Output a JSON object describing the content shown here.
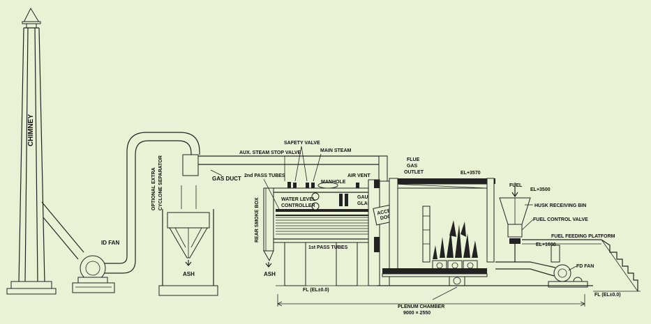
{
  "colors": {
    "background": "#eaf2d6",
    "line": "#222222"
  },
  "labels": {
    "chimney": "CHIMNEY",
    "id_fan": "ID FAN",
    "cyclone": [
      "OPTIONAL EXTRA",
      "CYCLONE SEPARATOR"
    ],
    "ash_left": "ASH",
    "ash_right": "ASH",
    "gas_duct": "GAS DUCT",
    "rear_smoke_box": "REAR SMOKE BOX",
    "second_pass": "2nd PASS TUBES",
    "first_pass": "1st PASS TUBES",
    "aux_valve": "AUX. STEAM STOP VALVE",
    "safety_valve": "SAFETY VALVE",
    "main_steam": "MAIN STEAM",
    "manhole": "MANHOLE",
    "air_vent": "AIR VENT",
    "flue_gas": [
      "FLUE",
      "GAS",
      "OUTLET"
    ],
    "water_level": [
      "WATER LEVEL",
      "CONTROLLER"
    ],
    "gauge_glass": [
      "GAUGE",
      "GLASS"
    ],
    "access_door": [
      "ACCESS",
      "DOOR"
    ],
    "el_3570": "EL+3570",
    "fuel": "FUEL",
    "el_3500": "EL+3500",
    "husk_bin": "HUSK RECEIVING BIN",
    "fuel_valve": "FUEL CONTROL VALVE",
    "platform": "FUEL FEEDING PLATFORM",
    "el_1600": "EL+1600",
    "fd_fan": "FD FAN",
    "fl_right": "FL (EL±0.0)",
    "fl_left": "FL (EL±0.0)",
    "plenum": "PLENUM CHAMBER",
    "dimension": "9000 × 2550"
  }
}
